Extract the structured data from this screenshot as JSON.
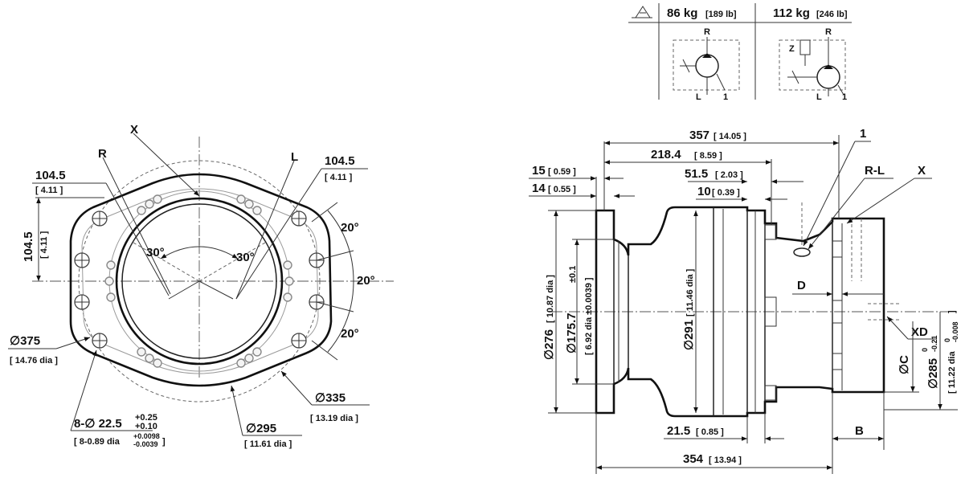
{
  "colors": {
    "line": "#111111",
    "leader": "#333333",
    "construction": "#9a9a9a",
    "paper": "#ffffff"
  },
  "icons": {
    "weight": "weight-icon"
  },
  "table": {
    "weight_1": {
      "value": "86 kg",
      "imperial": "[189 lb]"
    },
    "weight_2": {
      "value": "112 kg",
      "imperial": "[246 lb]"
    },
    "port_R": "R",
    "port_L": "L",
    "port_1": "1",
    "port_Z": "Z"
  },
  "front_view": {
    "label_X": "X",
    "label_R": "R",
    "label_L": "L",
    "dim_1045_left": "104.5",
    "dim_1045_left_in": "[ 4.11 ]",
    "dim_1045_right": "104.5",
    "dim_1045_right_in": "[ 4.11 ]",
    "dim_1045_vert": "104.5",
    "dim_1045_vert_in": "[ 4.11 ]",
    "angle_left": "30°",
    "angle_right": "30°",
    "angle_20_top": "20°",
    "angle_20_mid": "20°",
    "angle_20_bot": "20°",
    "dim_375": "∅375",
    "dim_375_in": "[ 14.76 dia ]",
    "dim_holes": "8-∅ 22.5",
    "dim_holes_tol_up": "+0.25",
    "dim_holes_tol_low": "+0.10",
    "dim_holes_in": "[ 8-0.89 dia",
    "dim_holes_in_tol_up": "+0.0098",
    "dim_holes_in_tol_low": "-0.0039",
    "dim_holes_in_close": "]",
    "dim_295": "∅295",
    "dim_295_in": "[ 11.61 dia ]",
    "dim_335": "∅335",
    "dim_335_in": "[ 13.19 dia ]"
  },
  "side_view": {
    "dim_357": "357",
    "dim_357_in": "[ 14.05 ]",
    "dim_2184": "218.4",
    "dim_2184_in": "[ 8.59 ]",
    "dim_515": "51.5",
    "dim_515_in": "[ 2.03 ]",
    "dim_10": "10",
    "dim_10_in": "[ 0.39 ]",
    "dim_15": "15",
    "dim_15_in": "[ 0.59 ]",
    "dim_14": "14",
    "dim_14_in": "[ 0.55 ]",
    "label_1": "1",
    "label_RL": "R-L",
    "label_X": "X",
    "label_D": "D",
    "label_XD": "XD",
    "label_C": "∅C",
    "label_B": "B",
    "dim_276": "∅276",
    "dim_276_in": "[ 10.87 dia ]",
    "dim_1757": "∅175.7",
    "dim_1757_tol": "±0.1",
    "dim_1757_in": "[ 6.92 dia ±0.0039 ]",
    "dim_291": "∅291",
    "dim_291_in": "[ 11.46 dia ]",
    "dim_285": "∅285",
    "dim_285_tol_up": "0",
    "dim_285_tol_low": "-0.21",
    "dim_285_in": "[ 11.22 dia",
    "dim_285_in_tol_up": "0",
    "dim_285_in_tol_low": "-0.008",
    "dim_285_in_close": "]",
    "dim_215": "21.5",
    "dim_215_in": "[ 0.85 ]",
    "dim_354": "354",
    "dim_354_in": "[ 13.94 ]"
  }
}
